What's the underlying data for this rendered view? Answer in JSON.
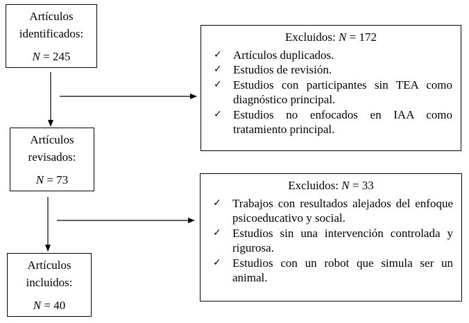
{
  "stages": [
    {
      "label_line1": "Artículos",
      "label_line2": "identificados:",
      "n_label": "N",
      "n_value": "= 245"
    },
    {
      "label_line1": "Artículos",
      "label_line2": "revisados:",
      "n_label": "N",
      "n_value": "= 73"
    },
    {
      "label_line1": "Artículos",
      "label_line2": "incluidos:",
      "n_label": "N",
      "n_value": "= 40"
    }
  ],
  "exclusions": [
    {
      "title": "Excluidos:",
      "n_label": "N",
      "n_value": "= 172",
      "items": [
        "Artículos duplicados.",
        "Estudios de revisión.",
        "Estudios con participantes sin TEA como diagnóstico principal.",
        "Estudios no enfocados en IAA como tratamiento principal."
      ]
    },
    {
      "title": "Excluidos:",
      "n_label": "N",
      "n_value": "= 33",
      "items": [
        "Trabajos con resultados alejados del enfoque psicoeducativo y social.",
        "Estudios sin una intervención controlada y rigurosa.",
        "Estudios con un robot que simula ser un animal."
      ]
    }
  ],
  "check_glyph": "✓"
}
